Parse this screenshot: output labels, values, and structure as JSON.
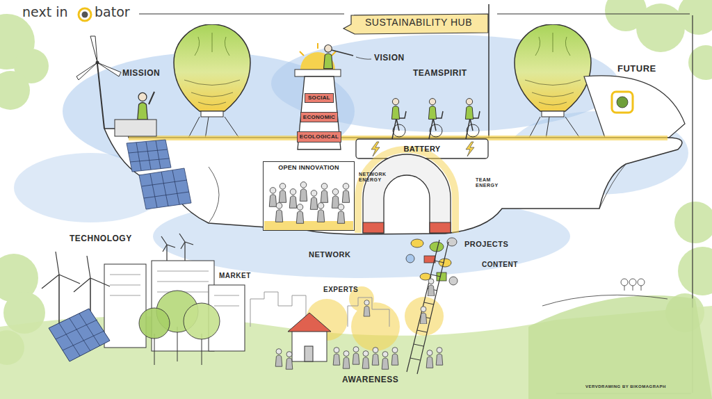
{
  "diagram": {
    "title": "SUSTAINABILITY HUB",
    "nodes": [
      {
        "text": [
          "SOCIAL"
        ]
      },
      {
        "text": [
          "ECONOMIC"
        ]
      },
      {
        "text": [
          "ECOLOGICAL"
        ]
      },
      {
        "text": [
          "BATTERY"
        ]
      },
      {
        "text": [
          "OPEN INNOVATION"
        ]
      }
    ],
    "labels": [
      "next in",
      "bator",
      "MISSION",
      "VISION",
      "TEAMSPIRIT",
      "FUTURE",
      "NETWORK ENERGY",
      "TEAM ENERGY",
      "TECHNOLOGY",
      "NETWORK",
      "PROJECTS",
      "CONTENT",
      "MARKET",
      "EXPERTS",
      "AWARENESS",
      "VERVDRAWING BY BIKOMAGRAPH"
    ]
  }
}
